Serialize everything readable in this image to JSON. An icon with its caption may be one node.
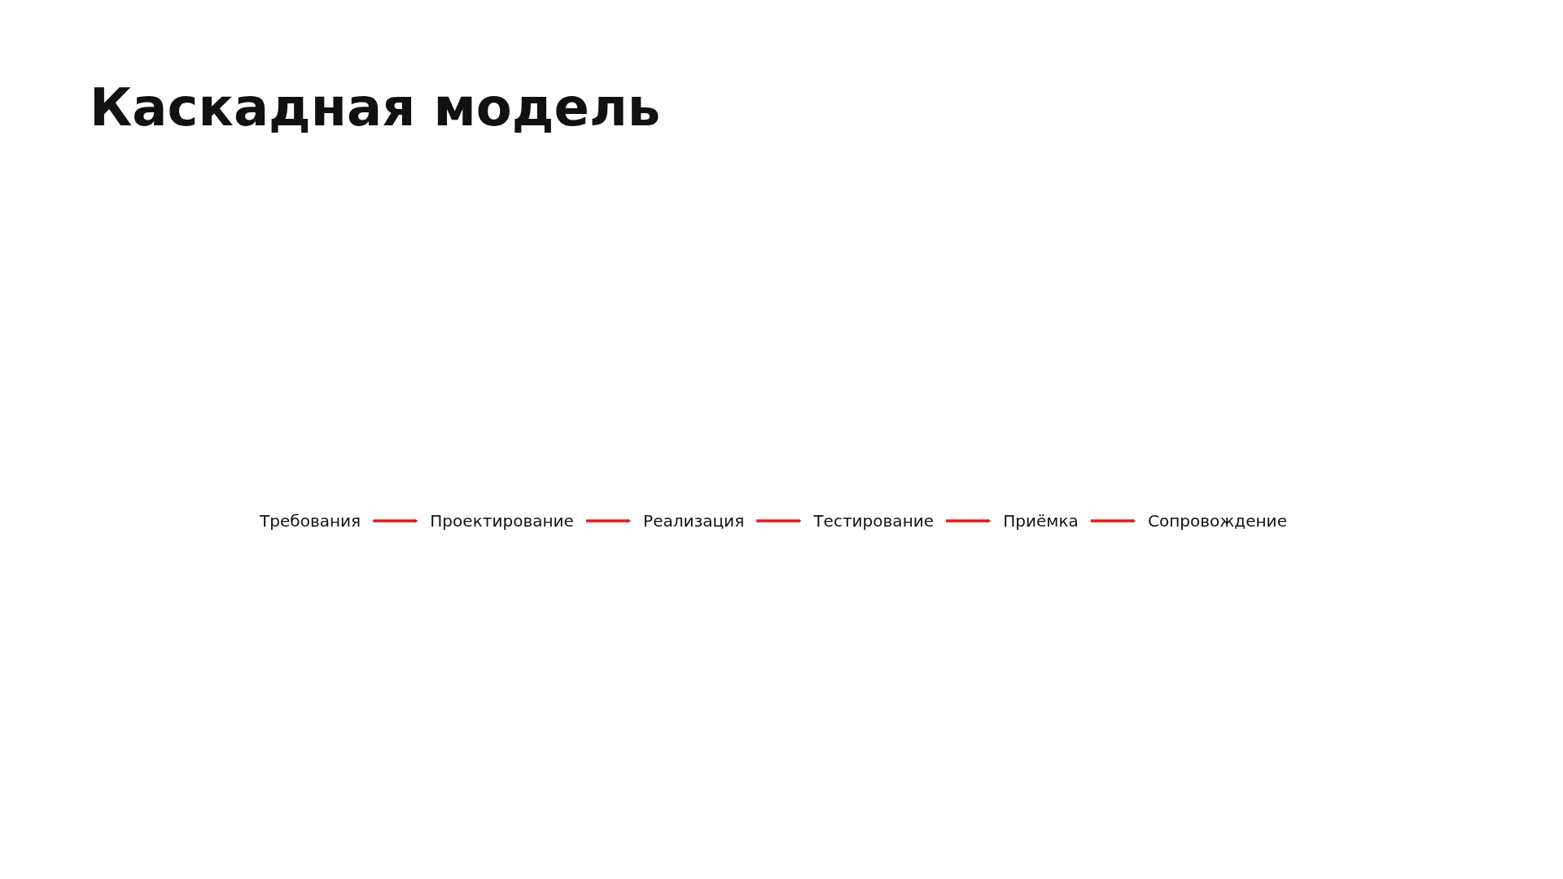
{
  "diagram": {
    "title": "Каскадная модель",
    "nodes": [
      {
        "text": [
          "Требования"
        ]
      },
      {
        "text": [
          "Проектирование"
        ]
      },
      {
        "text": [
          "Реализация"
        ]
      },
      {
        "text": [
          "Тестирование"
        ]
      },
      {
        "text": [
          "Приёмка"
        ]
      },
      {
        "text": [
          "Сопровождение"
        ]
      }
    ],
    "edges": [
      {
        "from": 0,
        "to": 1,
        "arrow": "to"
      },
      {
        "from": 1,
        "to": 2,
        "arrow": "to"
      },
      {
        "from": 2,
        "to": 3,
        "arrow": "to"
      },
      {
        "from": 3,
        "to": 4,
        "arrow": "to"
      },
      {
        "from": 4,
        "to": 5,
        "arrow": "to"
      }
    ]
  }
}
